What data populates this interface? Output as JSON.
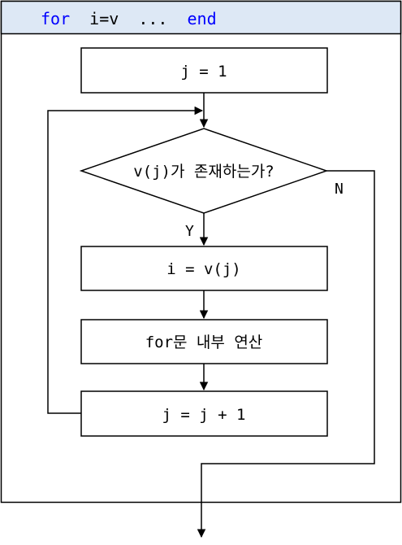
{
  "header": {
    "keyword_for": "for",
    "loop_expr": "i=v",
    "ellipsis": "...",
    "keyword_end": "end"
  },
  "flowchart": {
    "init_step": "j = 1",
    "condition": "v(j)가 존재하는가?",
    "yes_label": "Y",
    "no_label": "N",
    "assign_step": "i = v(j)",
    "body_step": "for문 내부 연산",
    "increment_step": "j = j + 1"
  },
  "colors": {
    "header_bg": "#dde8f5",
    "keyword": "#0000ff",
    "text": "#000000",
    "line": "#000000"
  }
}
